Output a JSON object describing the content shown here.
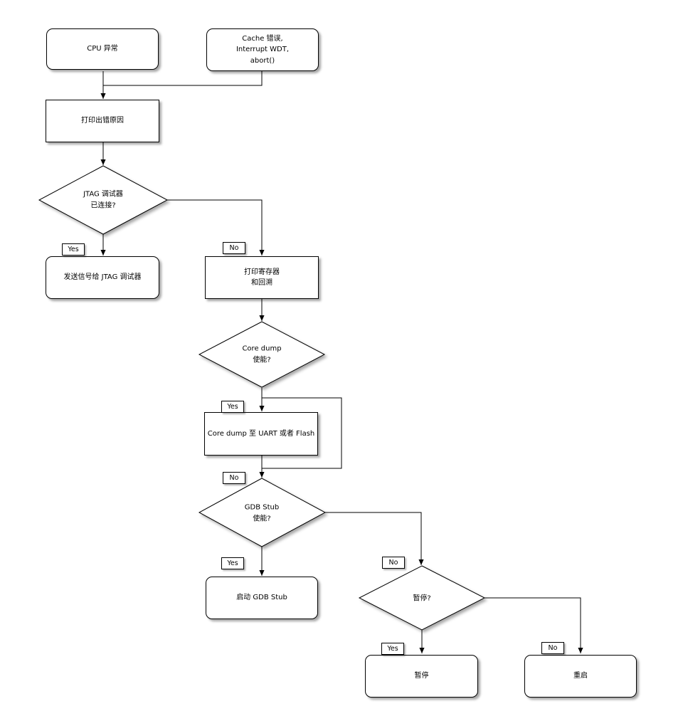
{
  "diagram": {
    "type": "flowchart",
    "nodes": {
      "cpu_exception": {
        "label": "CPU 异常"
      },
      "cache_error": {
        "lines": [
          "Cache 错误,",
          "Interrupt WDT,",
          "abort()"
        ]
      },
      "print_reason": {
        "label": "打印出错原因"
      },
      "jtag_connected": {
        "lines": [
          "JTAG 调试器",
          "已连接?"
        ]
      },
      "signal_jtag": {
        "label": "发送信号给 JTAG 调试器"
      },
      "print_registers": {
        "lines": [
          "打印寄存器",
          "和回溯"
        ]
      },
      "core_dump_enabled": {
        "lines": [
          "Core dump",
          "使能?"
        ]
      },
      "core_dump_dest": {
        "label": "Core dump 至 UART 或者 Flash"
      },
      "gdb_stub_enabled": {
        "lines": [
          "GDB Stub",
          "使能?"
        ]
      },
      "start_gdb_stub": {
        "label": "启动 GDB Stub"
      },
      "halt_decision": {
        "label": "暂停?"
      },
      "halt": {
        "label": "暂停"
      },
      "reboot": {
        "label": "重启"
      }
    },
    "edge_labels": {
      "yes": "Yes",
      "no": "No"
    },
    "colors": {
      "stroke": "#000000",
      "fill": "#ffffff",
      "shadow": "#999999"
    }
  }
}
